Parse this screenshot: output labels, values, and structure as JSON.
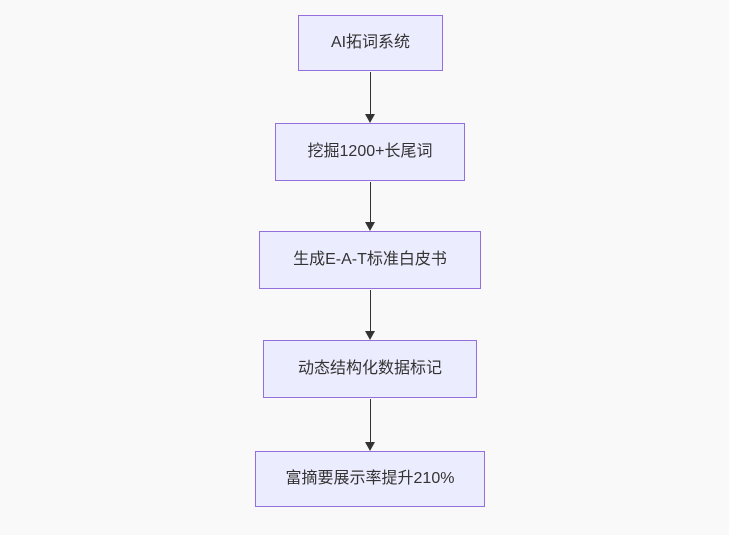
{
  "diagram": {
    "type": "flowchart",
    "direction": "top-down",
    "nodes": [
      {
        "id": "n1",
        "label": "AI拓词系统"
      },
      {
        "id": "n2",
        "label": "挖掘1200+长尾词"
      },
      {
        "id": "n3",
        "label": "生成E-A-T标准白皮书"
      },
      {
        "id": "n4",
        "label": "动态结构化数据标记"
      },
      {
        "id": "n5",
        "label": "富摘要展示率提升210%"
      }
    ],
    "edges": [
      {
        "from": "n1",
        "to": "n2"
      },
      {
        "from": "n2",
        "to": "n3"
      },
      {
        "from": "n3",
        "to": "n4"
      },
      {
        "from": "n4",
        "to": "n5"
      }
    ],
    "colors": {
      "node_fill": "#ECECFF",
      "node_border": "#9370DB",
      "edge": "#333333",
      "text": "#333333",
      "background": "#f9f9f9"
    }
  }
}
